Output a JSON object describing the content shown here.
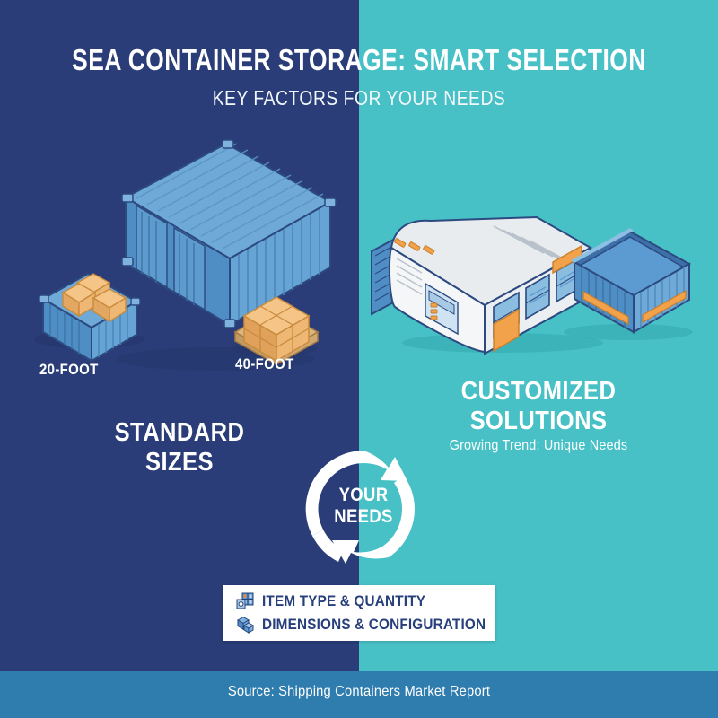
{
  "header": {
    "title": "SEA CONTAINER STORAGE: SMART SELECTION",
    "subtitle": "KEY FACTORS FOR YOUR NEEDS"
  },
  "left_panel": {
    "section_heading_line1": "STANDARD",
    "section_heading_line2": "SIZES",
    "container_labels": [
      {
        "label": "20-FOOT",
        "icon": "small-container-icon"
      },
      {
        "label": "40-FOOT",
        "icon": "large-container-icon"
      }
    ],
    "growth_arrow": "upward-curved-arrow-icon"
  },
  "right_panel": {
    "section_heading_line1": "CUSTOMIZED",
    "section_heading_line2": "SOLUTIONS",
    "section_subtext": "Growing Trend: Unique Needs",
    "illustrations": [
      "modified-container-office-icon",
      "open-top-container-icon"
    ]
  },
  "center": {
    "cycle_icon": "circular-arrows-icon",
    "line1": "YOUR",
    "line2": "NEEDS"
  },
  "callout": {
    "items": [
      {
        "icon": "item-type-quantity-icon",
        "label": "ITEM TYPE & QUANTITY"
      },
      {
        "icon": "dimensions-configuration-icon",
        "label": "DIMENSIONS & CONFIGURATION"
      }
    ]
  },
  "footer": {
    "source": "Source: Shipping Containers Market Report"
  },
  "colors": {
    "navy": "#2a3d78",
    "teal": "#47c1c6",
    "footer_blue": "#2f7cae",
    "white": "#ffffff",
    "label_navy": "#27407c",
    "container_blue": "#5b9bd1",
    "accent_orange": "#f2a24a",
    "box_tan": "#f0b26b"
  }
}
